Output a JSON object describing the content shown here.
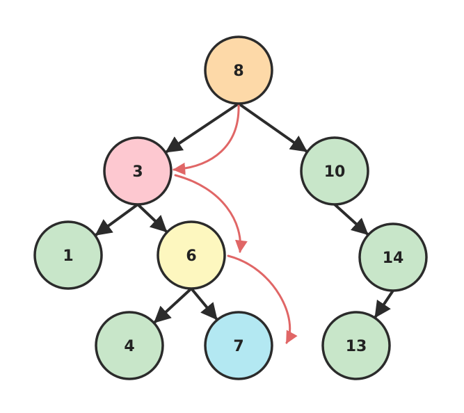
{
  "nodes": [
    {
      "id": "n8",
      "label": "8",
      "color": "#fdd9a8"
    },
    {
      "id": "n3",
      "label": "3",
      "color": "#fdc8d0"
    },
    {
      "id": "n10",
      "label": "10",
      "color": "#c8e6c9"
    },
    {
      "id": "n1",
      "label": "1",
      "color": "#c8e6c9"
    },
    {
      "id": "n6",
      "label": "6",
      "color": "#fdf7bf"
    },
    {
      "id": "n14",
      "label": "14",
      "color": "#c8e6c9"
    },
    {
      "id": "n4",
      "label": "4",
      "color": "#c8e6c9"
    },
    {
      "id": "n7",
      "label": "7",
      "color": "#b3e8f2"
    },
    {
      "id": "n13",
      "label": "13",
      "color": "#c8e6c9"
    }
  ],
  "edges": [
    {
      "from": "n8",
      "to": "n3"
    },
    {
      "from": "n8",
      "to": "n10"
    },
    {
      "from": "n3",
      "to": "n1"
    },
    {
      "from": "n3",
      "to": "n6"
    },
    {
      "from": "n10",
      "to": "n14"
    },
    {
      "from": "n6",
      "to": "n4"
    },
    {
      "from": "n6",
      "to": "n7"
    },
    {
      "from": "n14",
      "to": "n13"
    }
  ],
  "search_path": [
    "n8",
    "n3",
    "n6",
    "n7"
  ],
  "colors": {
    "edge": "#2b2b2b",
    "search_path": "#e06666"
  }
}
